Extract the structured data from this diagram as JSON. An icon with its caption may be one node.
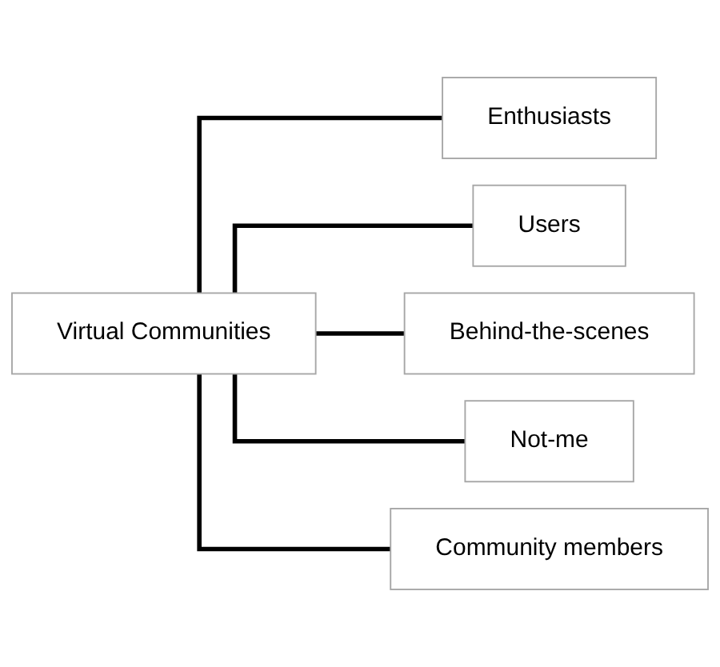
{
  "diagram": {
    "nodes": [
      {
        "text": [
          "Virtual Communities"
        ]
      },
      {
        "text": [
          "Enthusiasts"
        ]
      },
      {
        "text": [
          "Users"
        ]
      },
      {
        "text": [
          "Behind-the-scenes"
        ]
      },
      {
        "text": [
          "Not-me"
        ]
      },
      {
        "text": [
          "Community members"
        ]
      }
    ],
    "edges": [
      {
        "from": 0,
        "to": 1,
        "arrow": "none"
      },
      {
        "from": 0,
        "to": 2,
        "arrow": "none"
      },
      {
        "from": 0,
        "to": 3,
        "arrow": "none"
      },
      {
        "from": 0,
        "to": 4,
        "arrow": "none"
      },
      {
        "from": 0,
        "to": 5,
        "arrow": "none"
      }
    ]
  }
}
